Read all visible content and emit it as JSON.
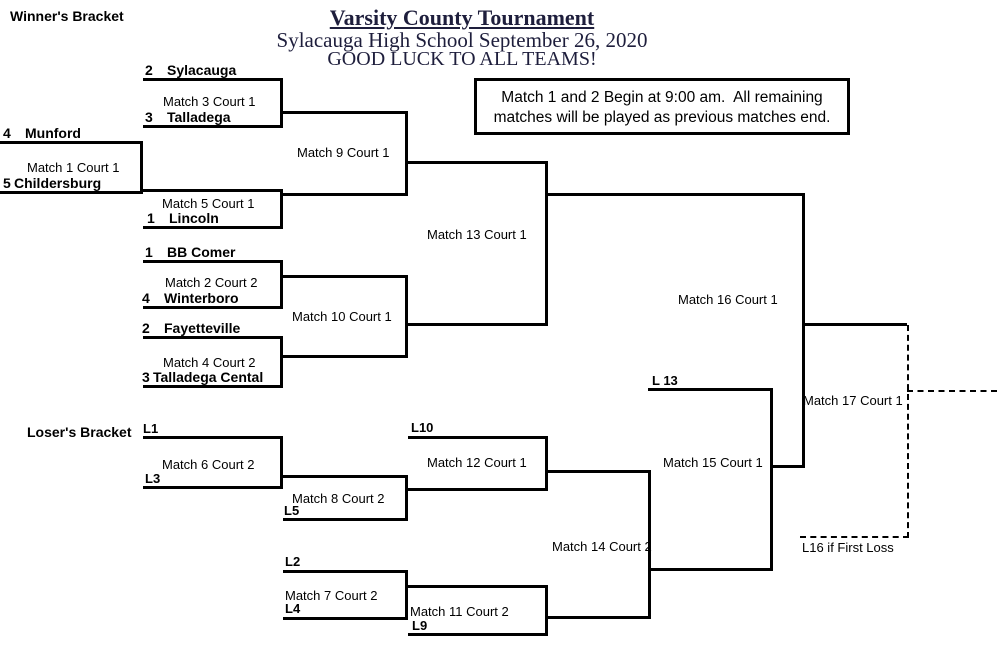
{
  "colors": {
    "line": "#000000",
    "text": "#000000",
    "title": "#1e1e3c",
    "background": "#ffffff"
  },
  "header": {
    "winners_label": "Winner's Bracket",
    "losers_label": "Loser's Bracket",
    "title": "Varsity County Tournament",
    "subtitle": "Sylacauga High School September 26, 2020",
    "motto": "GOOD LUCK TO ALL TEAMS!"
  },
  "notice": {
    "text": "Match 1 and 2 Begin at 9:00 am.  All remaining matches will be played as previous matches end."
  },
  "teams": [
    {
      "seed": "2",
      "name": "Sylacauga"
    },
    {
      "seed": "3",
      "name": "Talladega"
    },
    {
      "seed": "4",
      "name": "Munford"
    },
    {
      "seed": "5",
      "name": "Childersburg"
    },
    {
      "seed": "1",
      "name": "Lincoln"
    },
    {
      "seed": "1",
      "name": "BB Comer"
    },
    {
      "seed": "4",
      "name": "Winterboro"
    },
    {
      "seed": "2",
      "name": "Fayetteville"
    },
    {
      "seed": "3",
      "name": "Talladega Cental"
    }
  ],
  "matches": {
    "m1": "Match 1 Court 1",
    "m2": "Match 2 Court 2",
    "m3": "Match 3 Court 1",
    "m4": "Match 4 Court 2",
    "m5": "Match 5 Court 1",
    "m6": "Match 6 Court 2",
    "m7": "Match 7 Court 2",
    "m8": "Match 8 Court 2",
    "m9": "Match 9 Court 1",
    "m10": "Match 10 Court 1",
    "m11": "Match 11 Court 2",
    "m12": "Match 12 Court 1",
    "m13": "Match 13 Court 1",
    "m14": "Match 14 Court 2",
    "m15": "Match 15 Court 1",
    "m16": "Match 16 Court 1",
    "m17": "Match 17 Court 1"
  },
  "losers": {
    "l1": "L1",
    "l2": "L2",
    "l3": "L3",
    "l4": "L4",
    "l5": "L5",
    "l9": "L9",
    "l10": "L10",
    "l13": "L 13"
  },
  "annotations": {
    "l16_first_loss": "L16 if First Loss"
  }
}
